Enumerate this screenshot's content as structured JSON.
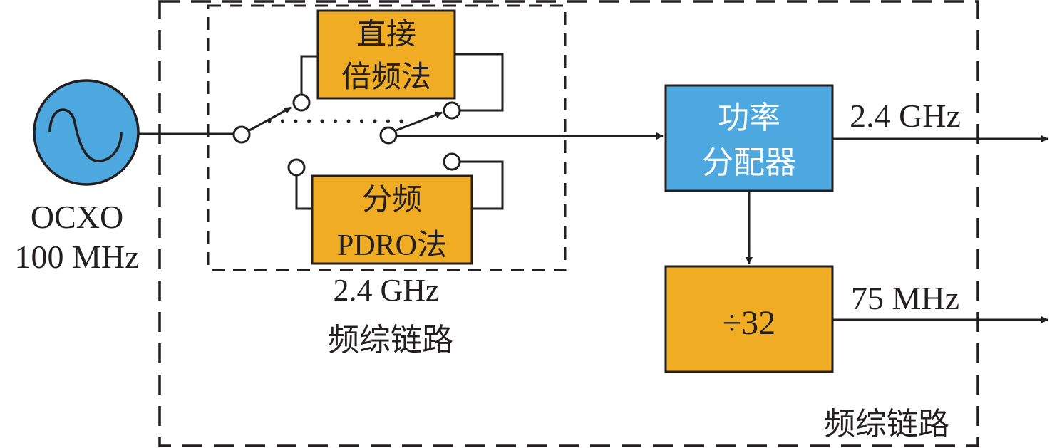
{
  "colors": {
    "orange": "#f0ac22",
    "blue": "#4ea8e0",
    "stroke": "#231f20",
    "white_text": "#ffffff"
  },
  "oscillator": {
    "icon": "sine-wave-icon",
    "line1": "OCXO",
    "line2": "100 MHz"
  },
  "switch_group": {
    "direct_block": {
      "line1": "直接",
      "line2": "倍频法"
    },
    "pdro_block": {
      "line1": "分频",
      "line2": "PDRO法"
    },
    "caption_line1": "2.4 GHz",
    "caption_line2": "频综链路"
  },
  "power_divider": {
    "line1": "功率",
    "line2": "分配器"
  },
  "divider_block": {
    "label": "÷32"
  },
  "outputs": [
    {
      "label": "2.4 GHz"
    },
    {
      "label": "75 MHz"
    }
  ],
  "outer_caption": "频综链路"
}
